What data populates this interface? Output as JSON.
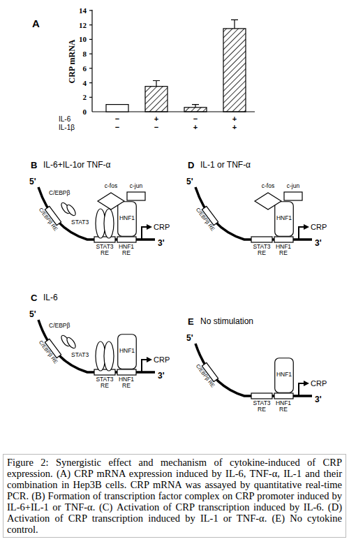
{
  "diagram": {
    "caption": "Figure 2: Synergistic effect and mechanism of cytokine-induced of CRP expression. (A) CRP mRNA expression induced by IL-6, TNF-α, IL-1 and their combination in Hep3B cells. CRP mRNA was assayed by quantitative real-time PCR. (B) Formation of transcription factor complex on CRP promoter induced by IL-6+IL-1 or TNF-α. (C) Activation of CRP transcription induced by IL-6. (D) Activation of CRP transcription induced by IL-1 or TNF-α. (E) No cytokine control.",
    "nodes": [
      {
        "text": [
          "C/EBPβ"
        ]
      },
      {
        "text": [
          "STAT3"
        ]
      },
      {
        "text": [
          "c-fos"
        ]
      },
      {
        "text": [
          "c-jun"
        ]
      },
      {
        "text": [
          "HNF1"
        ]
      },
      {
        "text": [
          "C/EBPβ RE"
        ]
      },
      {
        "text": [
          "STAT3 RE"
        ]
      },
      {
        "text": [
          "HNF1 RE"
        ]
      },
      {
        "text": [
          "c-fos"
        ]
      },
      {
        "text": [
          "c-jun"
        ]
      },
      {
        "text": [
          "HNF1"
        ]
      },
      {
        "text": [
          "C/EBPβ RE"
        ]
      },
      {
        "text": [
          "STAT3 RE"
        ]
      },
      {
        "text": [
          "HNF1 RE"
        ]
      },
      {
        "text": [
          "C/EBPβ"
        ]
      },
      {
        "text": [
          "STAT3"
        ]
      },
      {
        "text": [
          "HNF1"
        ]
      },
      {
        "text": [
          "C/EBPβ RE"
        ]
      },
      {
        "text": [
          "STAT3 RE"
        ]
      },
      {
        "text": [
          "HNF1 RE"
        ]
      },
      {
        "text": [
          "HNF1"
        ]
      },
      {
        "text": [
          "C/EBPβ RE"
        ]
      },
      {
        "text": [
          "STAT3 RE"
        ]
      },
      {
        "text": [
          "HNF1 RE"
        ]
      }
    ],
    "labels": [
      "A",
      "14",
      "12",
      "10",
      "8",
      "6",
      "4",
      "2",
      "0",
      "CRP mRNA",
      "IL-6",
      "−",
      "+",
      "−",
      "+",
      "IL-1β",
      "−",
      "−",
      "+",
      "+",
      "B",
      "IL-6+IL-1or TNF-α",
      "5'",
      "3'",
      "CRP",
      "D",
      "IL-1 or TNF-α",
      "5'",
      "3'",
      "CRP",
      "C",
      "IL-6",
      "5'",
      "3'",
      "CRP",
      "E",
      "No stimulation",
      "5'",
      "3'",
      "CRP"
    ]
  }
}
